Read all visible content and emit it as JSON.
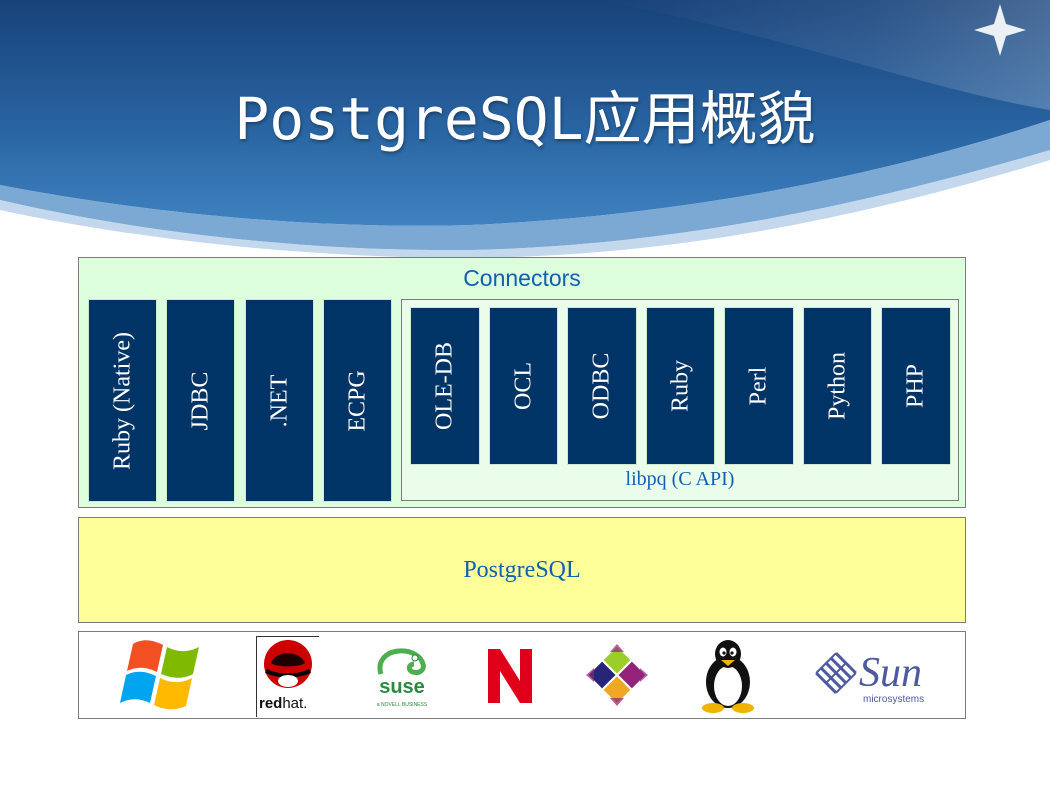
{
  "slide": {
    "title_latin": "PostgreSQL",
    "title_cjk": "应用概貌"
  },
  "connectors": {
    "title": "Connectors",
    "standalone": [
      "Ruby (Native)",
      "JDBC",
      ".NET",
      "ECPG"
    ],
    "libpq_based": [
      "OLE-DB",
      "OCL",
      "ODBC",
      "Ruby",
      "Perl",
      "Python",
      "PHP"
    ],
    "libpq_label": "libpq (C API)"
  },
  "database": {
    "label": "PostgreSQL"
  },
  "platforms": {
    "logos": [
      "windows-logo",
      "redhat-logo",
      "suse-logo",
      "novell-logo",
      "centos-logo",
      "linux-tux-logo",
      "sun-logo"
    ],
    "redhat_text_a": "red",
    "redhat_text_b": "hat.",
    "suse_text": "suse",
    "suse_sub": "a NOVELL BUSINESS",
    "sun_text": "Sun",
    "sun_sub": "microsystems"
  },
  "colors": {
    "header_blue": "#1e4f86",
    "column_fill": "#003366",
    "connectors_bg": "#ddfedd",
    "postgres_bg": "#ffff99",
    "label_blue": "#1060b0"
  }
}
